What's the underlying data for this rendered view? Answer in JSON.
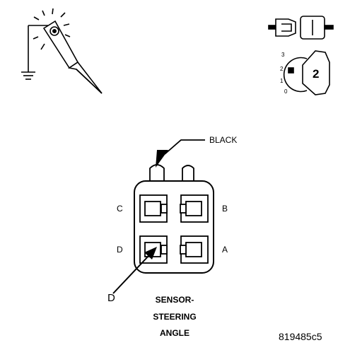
{
  "figure_id": "819485c5",
  "connector": {
    "wire_color_label": "BLACK",
    "pins": {
      "c": "C",
      "b": "B",
      "d": "D",
      "a": "A"
    },
    "component_name_line1": "SENSOR-",
    "component_name_line2": "STEERING",
    "component_name_line3": "ANGLE"
  },
  "callouts": {
    "terminal": "D"
  },
  "ignition_switch": {
    "positions": [
      "3",
      "2",
      "1",
      "0"
    ],
    "key_position": "2"
  },
  "icons": [
    "test-light-to-ground-icon",
    "connector-disconnected-icon",
    "ignition-key-icon"
  ]
}
